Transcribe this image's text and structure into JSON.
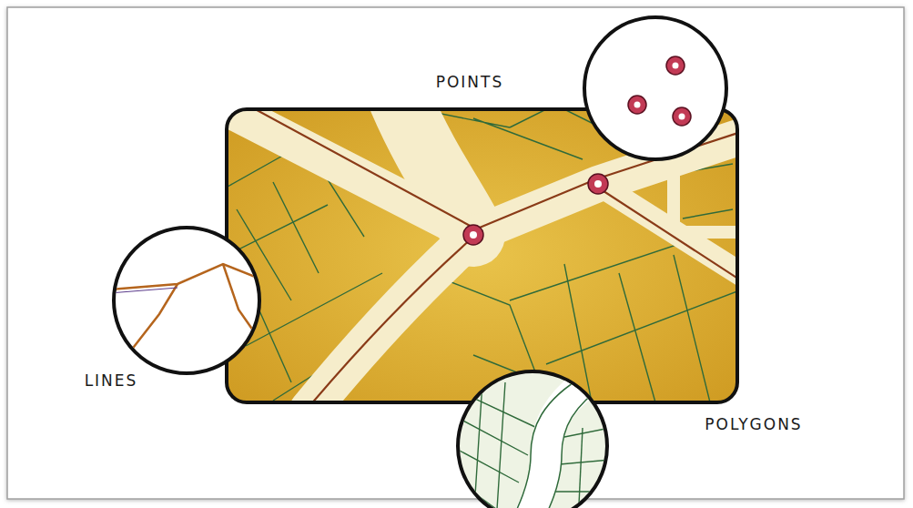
{
  "diagram": {
    "labels": [
      "POINTS",
      "LINES",
      "POLYGONS"
    ]
  }
}
